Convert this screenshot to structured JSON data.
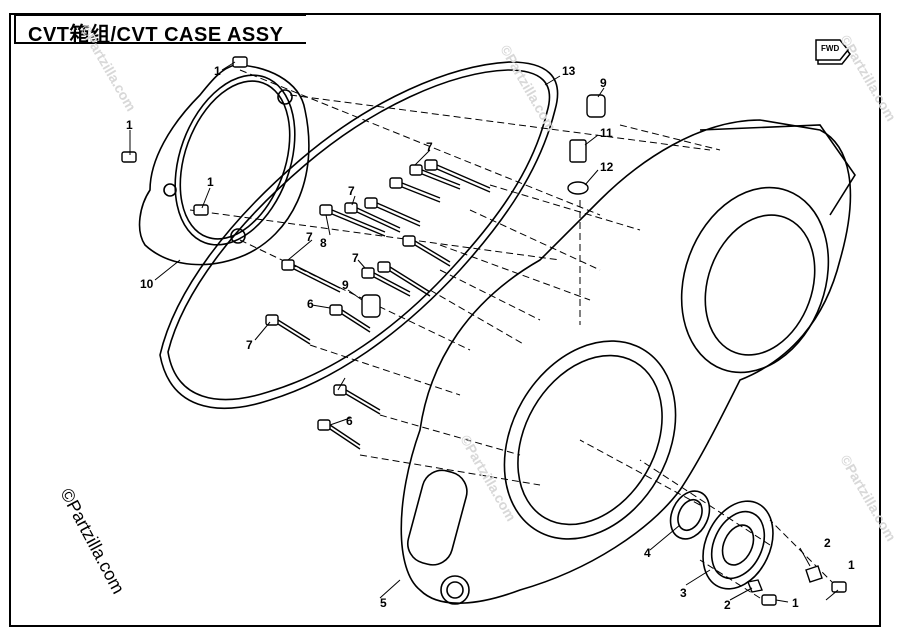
{
  "title": "CVT箱组/CVT CASE ASSY",
  "fwd_label": "FWD",
  "watermark": "©Partzilla.com",
  "callouts": {
    "c1a": "1",
    "c1b": "1",
    "c1c": "1",
    "c1d": "1",
    "c1e": "1",
    "c2a": "2",
    "c2b": "2",
    "c3": "3",
    "c4": "4",
    "c5": "5",
    "c6a": "6",
    "c6b": "6",
    "c7a": "7",
    "c7b": "7",
    "c7c": "7",
    "c7d": "7",
    "c7e": "7",
    "c8": "8",
    "c9a": "9",
    "c9b": "9",
    "c10": "10",
    "c11": "11",
    "c12": "12",
    "c13": "13"
  }
}
